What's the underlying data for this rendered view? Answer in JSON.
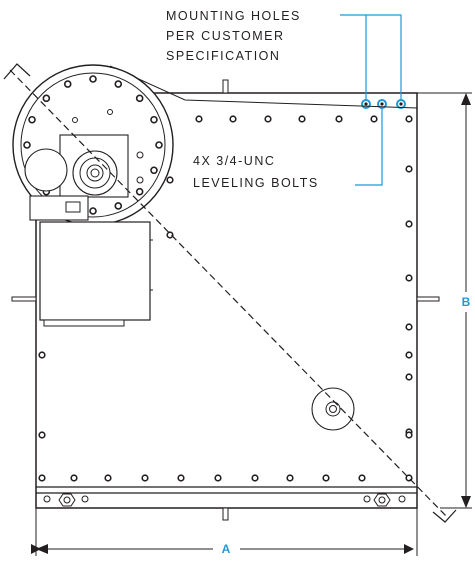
{
  "callouts": {
    "mounting_holes": [
      "MOUNTING HOLES",
      "PER CUSTOMER",
      "SPECIFICATION"
    ],
    "leveling_bolts": [
      "4X 3/4-UNC",
      "LEVELING BOLTS"
    ]
  },
  "dimensions": {
    "width_label": "A",
    "height_label": "B"
  },
  "colors": {
    "line": "#231f20",
    "accent": "#1b9ad6"
  }
}
